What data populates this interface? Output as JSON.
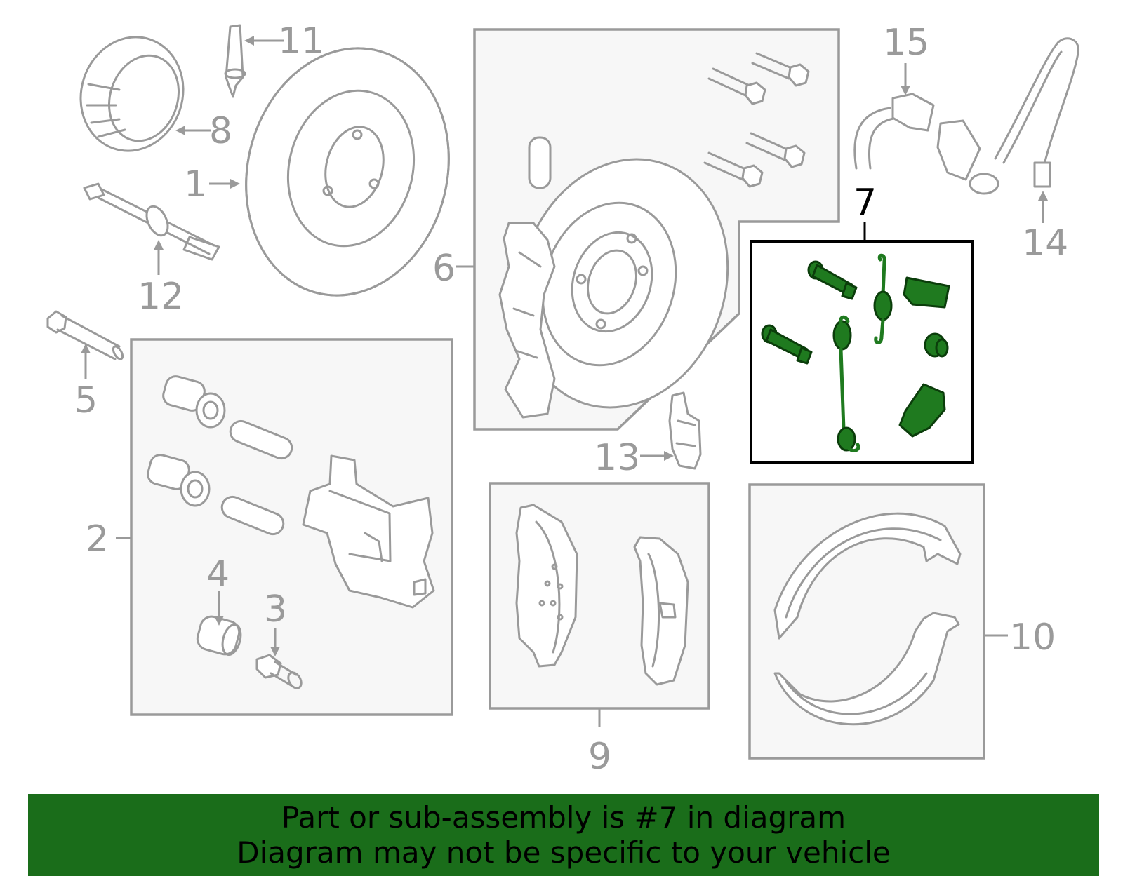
{
  "callouts": {
    "c1": "1",
    "c2": "2",
    "c3": "3",
    "c4": "4",
    "c5": "5",
    "c6": "6",
    "c7": "7",
    "c8": "8",
    "c9": "9",
    "c10": "10",
    "c11": "11",
    "c12": "12",
    "c13": "13",
    "c14": "14",
    "c15": "15"
  },
  "highlighted_part": "7",
  "colors": {
    "highlight": "#1f7a1f",
    "banner": "#1a6d1a",
    "outline": "#9a9a9a"
  },
  "banner": {
    "line1": "Part or sub-assembly is #7 in diagram",
    "line2": "Diagram may not be specific to your vehicle"
  }
}
